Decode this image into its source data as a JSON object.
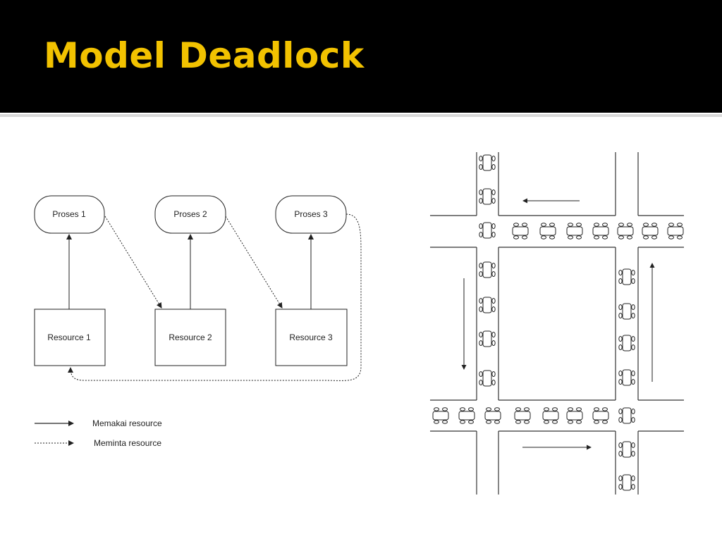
{
  "slide": {
    "title": "Model Deadlock",
    "title_color": "#f2c200",
    "background": "#ffffff",
    "header_background": "#000000"
  },
  "diagram": {
    "processes": [
      "Proses 1",
      "Proses 2",
      "Proses 3"
    ],
    "resources": [
      "Resource 1",
      "Resource 2",
      "Resource 3"
    ],
    "legend": {
      "uses": "Memakai resource",
      "requests": "Meminta resource"
    }
  },
  "traffic": {
    "description_icon": "traffic-gridlock-illustration"
  }
}
